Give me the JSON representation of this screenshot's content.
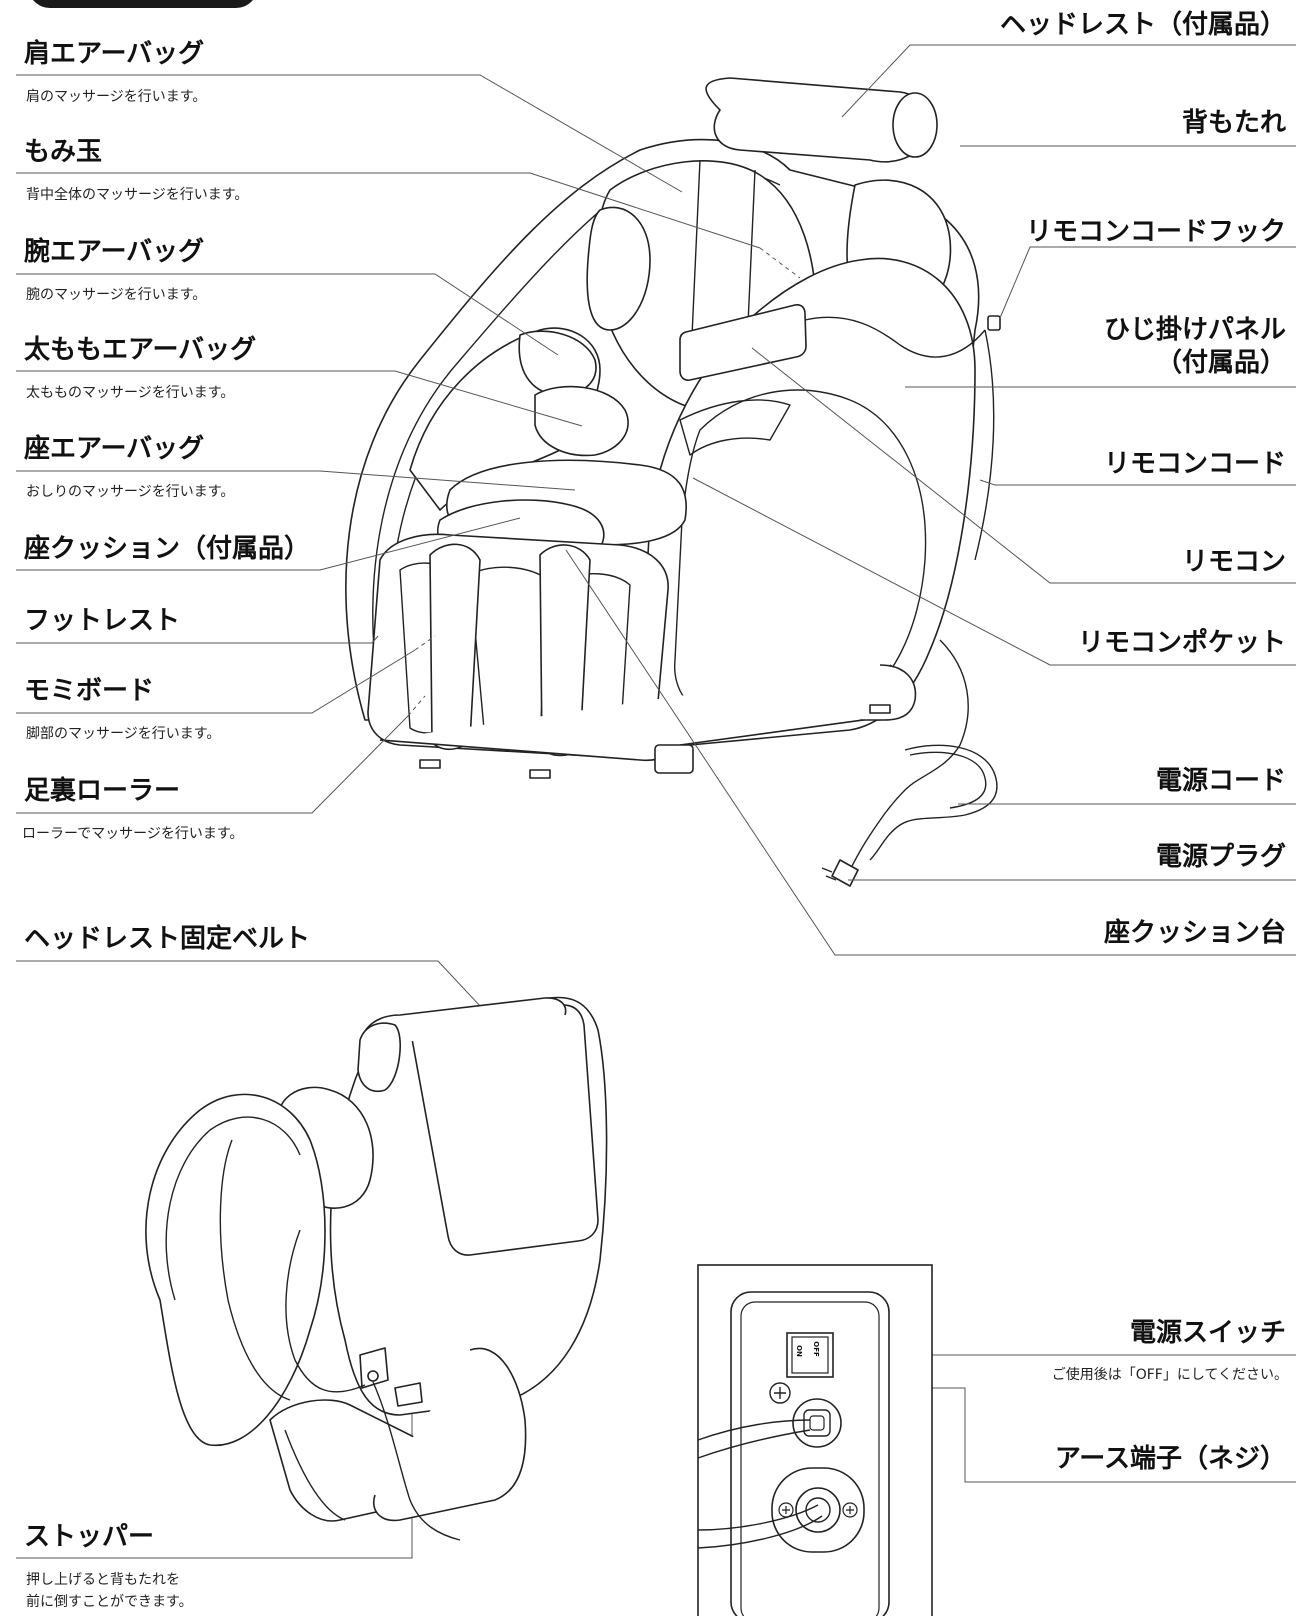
{
  "labels": {
    "shoulder_airbag": "肩エアーバッグ",
    "shoulder_airbag_desc": "肩のマッサージを行います。",
    "momi_ball": "もみ玉",
    "momi_ball_desc": "背中全体のマッサージを行います。",
    "arm_airbag": "腕エアーバッグ",
    "arm_airbag_desc": "腕のマッサージを行います。",
    "thigh_airbag": "太ももエアーバッグ",
    "thigh_airbag_desc": "太もものマッサージを行います。",
    "seat_airbag": "座エアーバッグ",
    "seat_airbag_desc": "おしりのマッサージを行います。",
    "seat_cushion": "座クッション（付属品）",
    "footrest": "フットレスト",
    "momi_board": "モミボード",
    "momi_board_desc": "脚部のマッサージを行います。",
    "sole_roller": "足裏ローラー",
    "sole_roller_desc": "ローラーでマッサージを行います。",
    "headrest": "ヘッドレスト（付属品）",
    "backrest": "背もたれ",
    "remote_cord_hook": "リモコンコードフック",
    "elbow_panel_line1": "ひじ掛けパネル",
    "elbow_panel_line2": "（付属品）",
    "remote_cord": "リモコンコード",
    "remote": "リモコン",
    "remote_pocket": "リモコンポケット",
    "power_cord": "電源コード",
    "power_plug": "電源プラグ",
    "seat_cushion_base": "座クッション台",
    "headrest_belt": "ヘッドレスト固定ベルト",
    "stopper": "ストッパー",
    "stopper_desc_line1": "押し上げると背もたれを",
    "stopper_desc_line2": "前に倒すことができます。",
    "power_switch": "電源スイッチ",
    "power_switch_desc": "ご使用後は「OFF」にしてください。",
    "earth_terminal": "アース端子（ネジ）",
    "switch_on": "ON",
    "switch_off": "OFF"
  }
}
